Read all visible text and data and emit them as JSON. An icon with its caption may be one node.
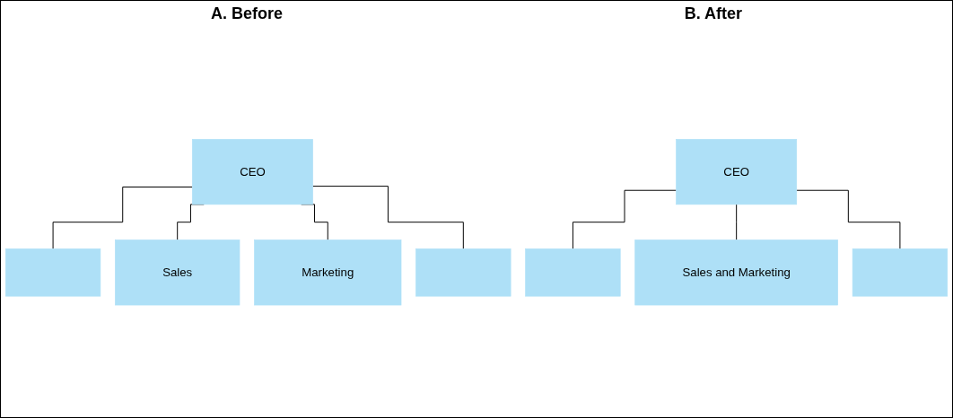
{
  "diagram": {
    "nodes": [
      {
        "text": [
          "CEO"
        ]
      },
      {
        "text": [],
        "shape": "box"
      },
      {
        "text": [
          "Sales"
        ]
      },
      {
        "text": [
          "Marketing"
        ]
      },
      {
        "text": [],
        "shape": "box"
      },
      {
        "text": [
          "CEO"
        ]
      },
      {
        "text": [],
        "shape": "box"
      },
      {
        "text": [
          "Sales and Marketing"
        ]
      },
      {
        "text": [],
        "shape": "box"
      }
    ],
    "edges": [
      {
        "from": 0,
        "to": 1,
        "arrow": "none"
      },
      {
        "from": 0,
        "to": 2,
        "arrow": "none"
      },
      {
        "from": 0,
        "to": 3,
        "arrow": "none"
      },
      {
        "from": 0,
        "to": 4,
        "arrow": "none"
      },
      {
        "from": 5,
        "to": 6,
        "arrow": "none"
      },
      {
        "from": 5,
        "to": 7,
        "arrow": "none"
      },
      {
        "from": 5,
        "to": 8,
        "arrow": "none"
      }
    ],
    "labels": [
      "A. Before",
      "B. After"
    ]
  }
}
